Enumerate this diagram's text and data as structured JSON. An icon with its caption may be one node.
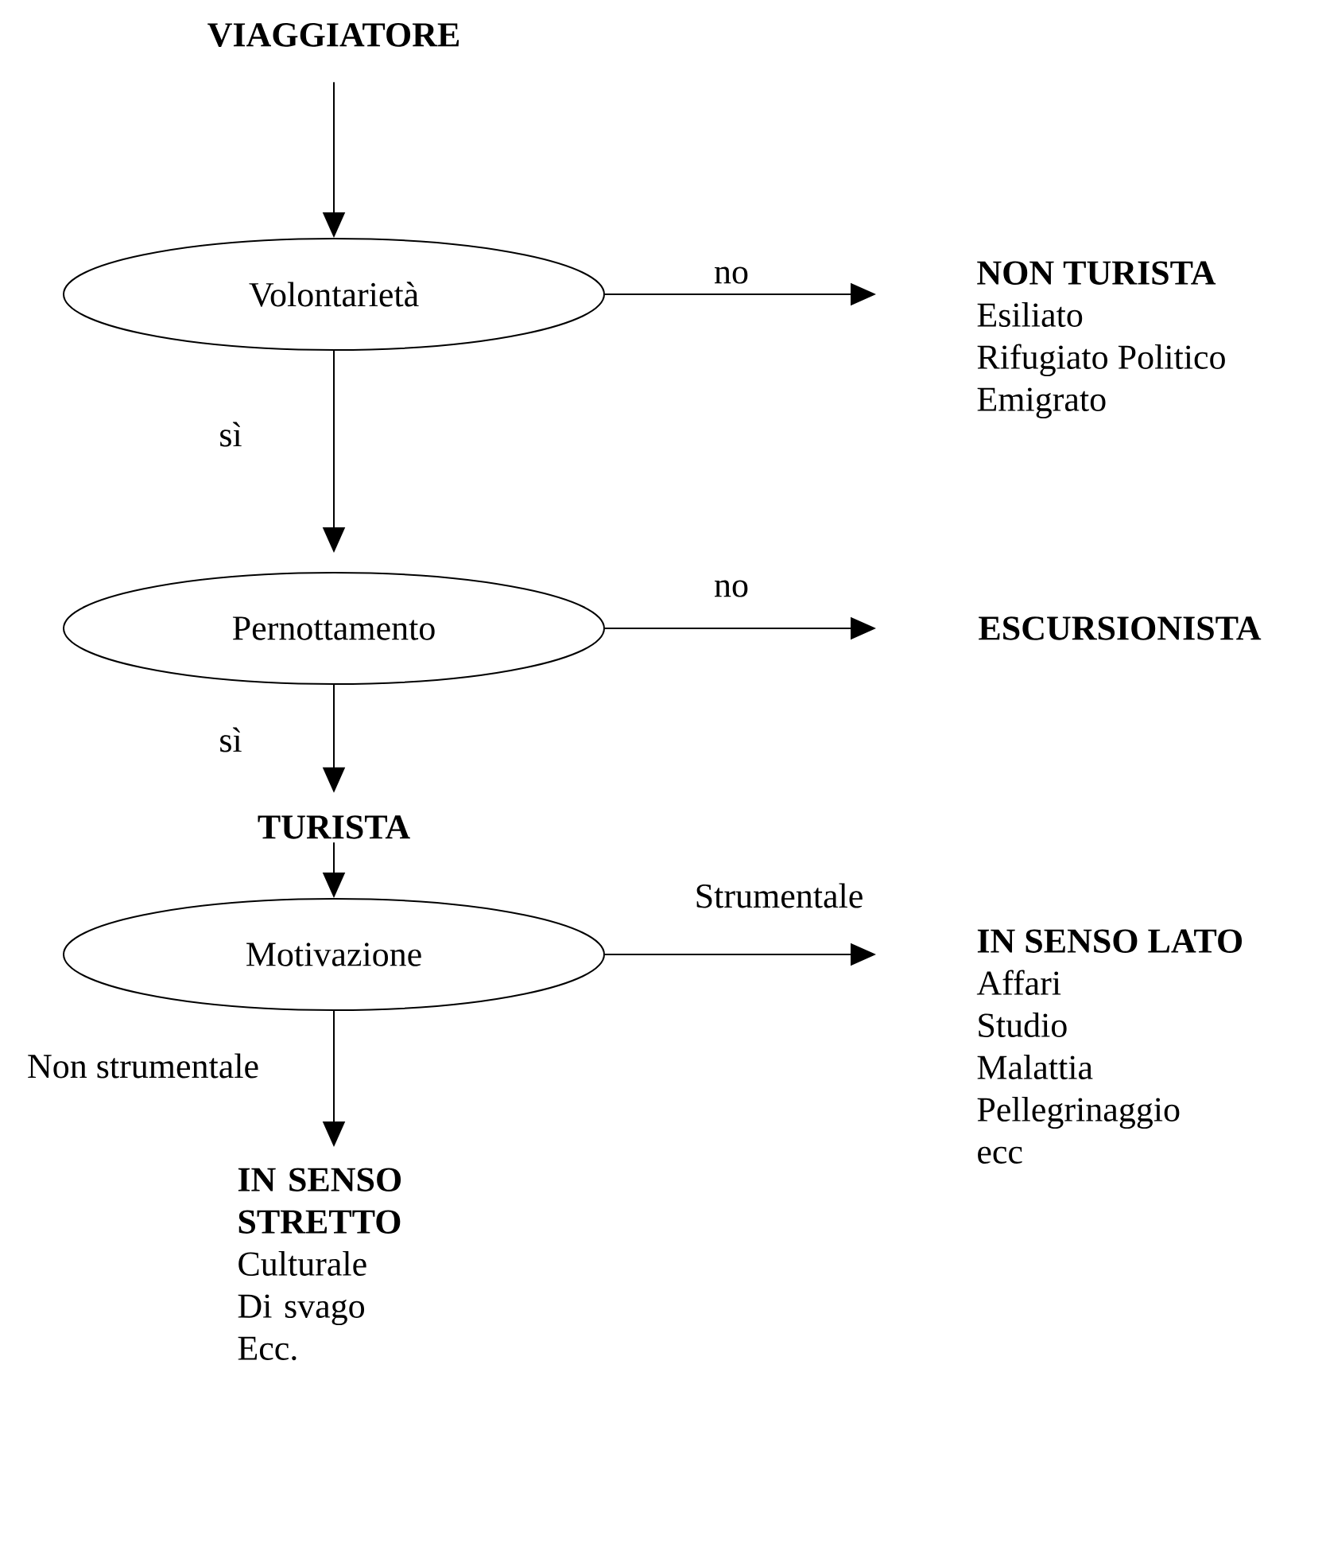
{
  "diagram": {
    "nodes": [
      {
        "text": [
          "VIAGGIATORE"
        ]
      },
      {
        "text": [
          "Volontarietà"
        ]
      },
      {
        "text": [
          "NON TURISTA",
          "Esiliato",
          "Rifugiato Politico",
          "Emigrato"
        ]
      },
      {
        "text": [
          "Pernottamento"
        ]
      },
      {
        "text": [
          "ESCURSIONISTA"
        ]
      },
      {
        "text": [
          "TURISTA"
        ]
      },
      {
        "text": [
          "Motivazione"
        ]
      },
      {
        "text": [
          "IN SENSO LATO",
          "Affari",
          "Studio",
          "Malattia",
          "Pellegrinaggio",
          "ecc"
        ]
      },
      {
        "text": [
          "IN SENSO STRETTO",
          "Culturale",
          "Di svago",
          "Ecc."
        ]
      }
    ],
    "edges": [
      {
        "from": 0,
        "to": 1,
        "arrow": "to"
      },
      {
        "from": 1,
        "to": 2,
        "arrow": "to",
        "label": "no"
      },
      {
        "from": 1,
        "to": 3,
        "arrow": "to",
        "label": "sì"
      },
      {
        "from": 3,
        "to": 4,
        "arrow": "to",
        "label": "no"
      },
      {
        "from": 3,
        "to": 5,
        "arrow": "to",
        "label": "sì"
      },
      {
        "from": 5,
        "to": 6,
        "arrow": "to"
      },
      {
        "from": 6,
        "to": 7,
        "arrow": "to",
        "label": "Strumentale"
      },
      {
        "from": 6,
        "to": 8,
        "arrow": "to",
        "label": "Non strumentale"
      }
    ]
  }
}
